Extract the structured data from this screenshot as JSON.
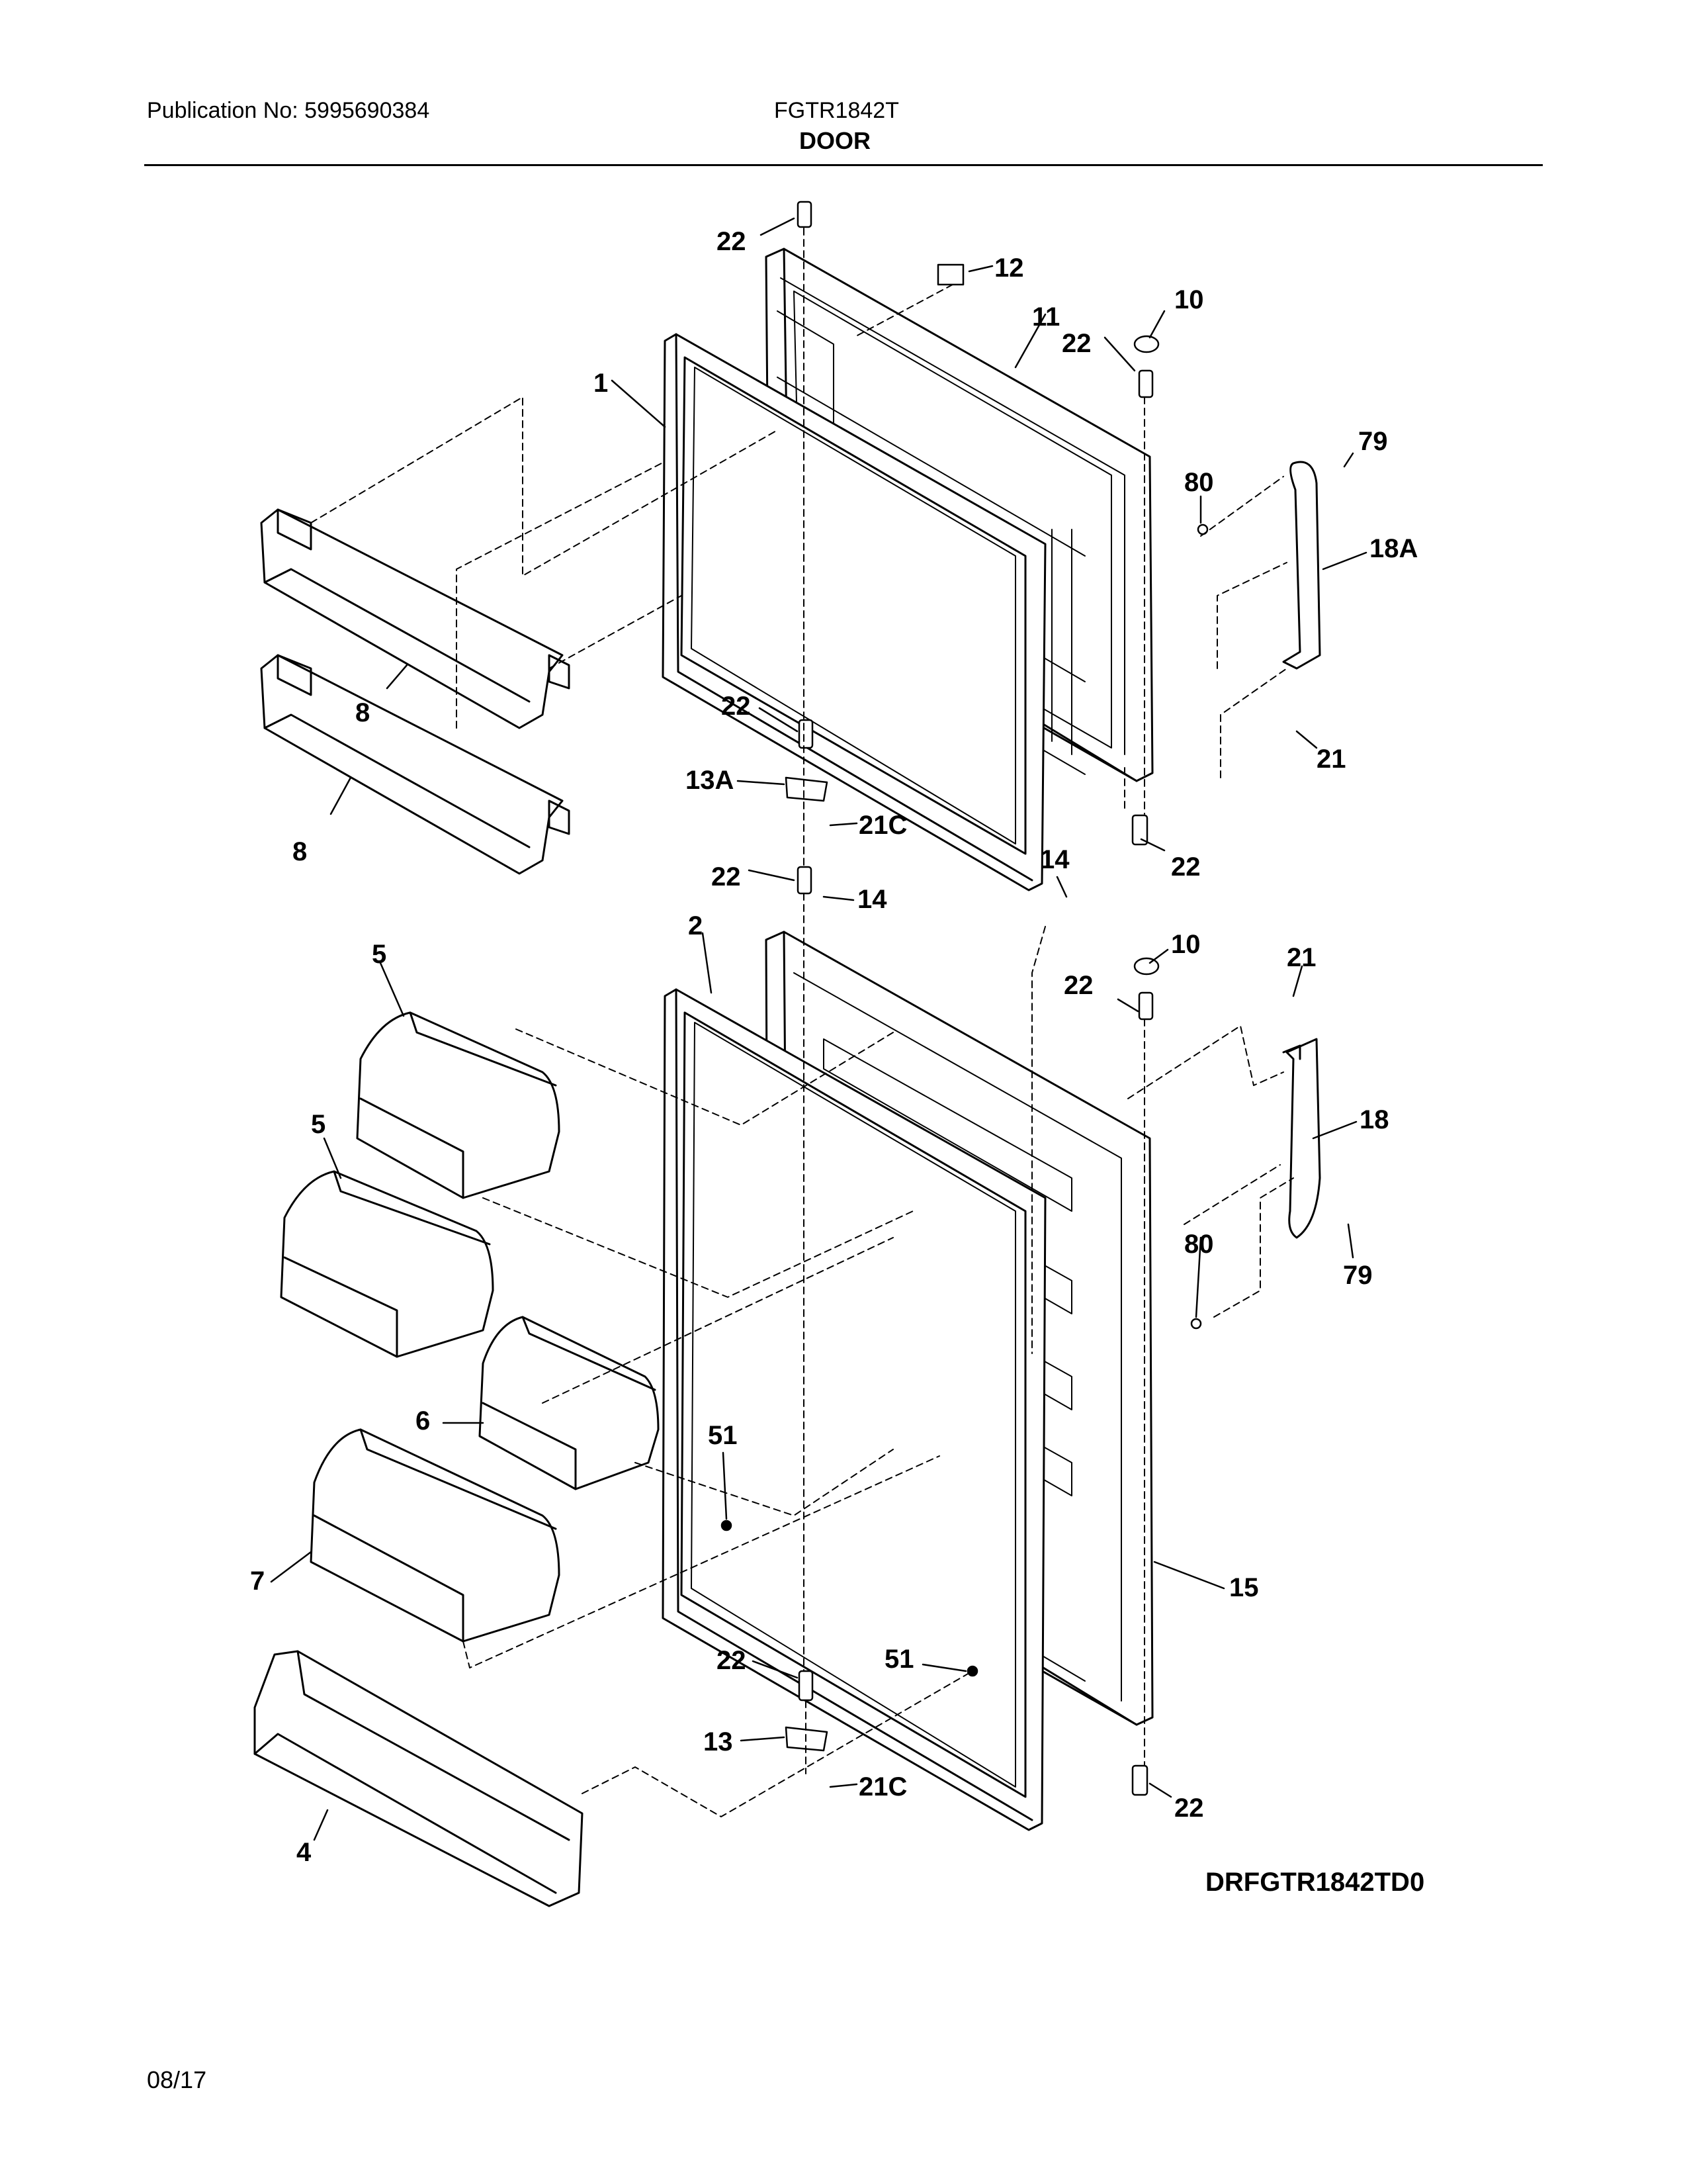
{
  "header": {
    "publication": "Publication No: 5995690384",
    "model": "FGTR1842T",
    "section": "DOOR"
  },
  "labels": {
    "l22": "22",
    "l12": "12",
    "l11": "11",
    "l10": "10",
    "l1": "1",
    "l79": "79",
    "l80": "80",
    "l18a": "18A",
    "l8": "8",
    "l21": "21",
    "l13a": "13A",
    "l21c": "21C",
    "l14": "14",
    "l2": "2",
    "l5": "5",
    "l18": "18",
    "l6": "6",
    "l51": "51",
    "l7": "7",
    "l15": "15",
    "l13": "13",
    "l4": "4"
  },
  "footer": {
    "diagram_code": "DRFGTR1842TD0",
    "date": "08/17"
  }
}
